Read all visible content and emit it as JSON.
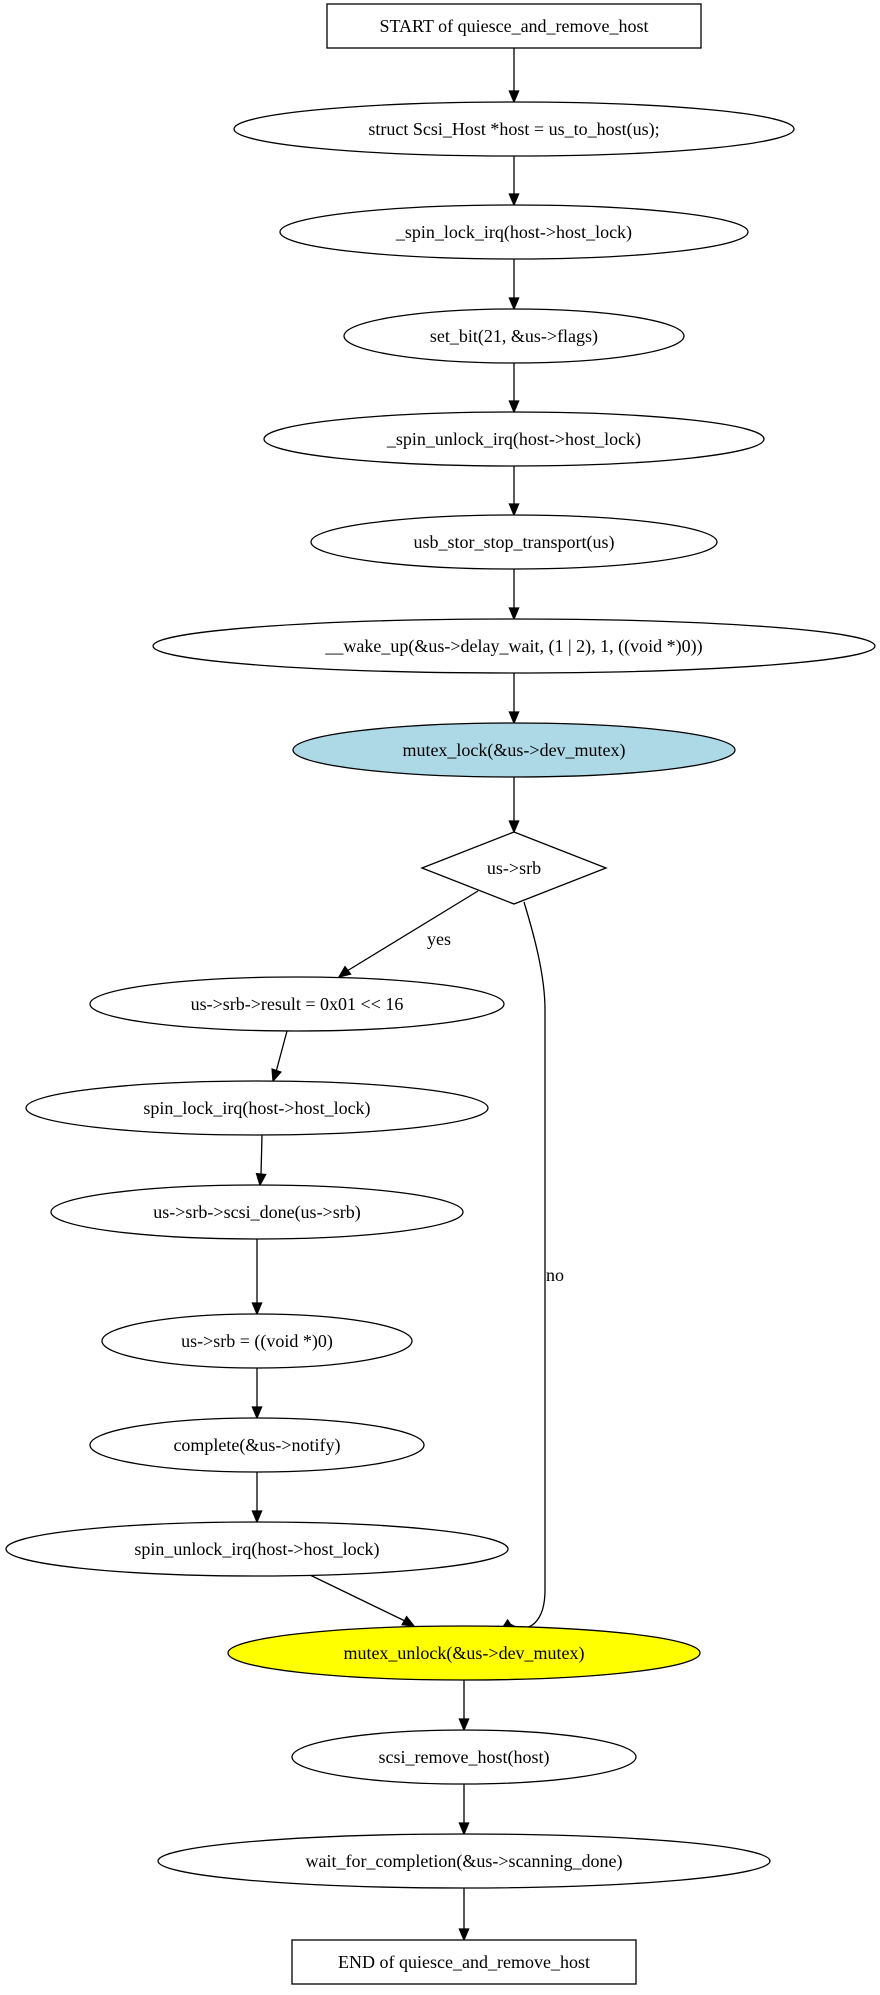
{
  "diagram": {
    "nodes": [
      {
        "id": "start",
        "shape": "box",
        "label": "START of quiesce_and_remove_host",
        "fill": "#ffffff"
      },
      {
        "id": "n1",
        "shape": "ellipse",
        "label": "struct Scsi_Host *host = us_to_host(us);",
        "fill": "#ffffff"
      },
      {
        "id": "n2",
        "shape": "ellipse",
        "label": "_spin_lock_irq(host->host_lock)",
        "fill": "#ffffff"
      },
      {
        "id": "n3",
        "shape": "ellipse",
        "label": "set_bit(21, &us->flags)",
        "fill": "#ffffff"
      },
      {
        "id": "n4",
        "shape": "ellipse",
        "label": "_spin_unlock_irq(host->host_lock)",
        "fill": "#ffffff"
      },
      {
        "id": "n5",
        "shape": "ellipse",
        "label": "usb_stor_stop_transport(us)",
        "fill": "#ffffff"
      },
      {
        "id": "n6",
        "shape": "ellipse",
        "label": "__wake_up(&us->delay_wait, (1 | 2), 1, ((void *)0))",
        "fill": "#ffffff"
      },
      {
        "id": "n7",
        "shape": "ellipse",
        "label": "mutex_lock(&us->dev_mutex)",
        "fill": "#add8e6"
      },
      {
        "id": "d1",
        "shape": "diamond",
        "label": "us->srb",
        "fill": "#ffffff"
      },
      {
        "id": "n8",
        "shape": "ellipse",
        "label": "us->srb->result = 0x01 << 16",
        "fill": "#ffffff"
      },
      {
        "id": "n9",
        "shape": "ellipse",
        "label": "spin_lock_irq(host->host_lock)",
        "fill": "#ffffff"
      },
      {
        "id": "n10",
        "shape": "ellipse",
        "label": "us->srb->scsi_done(us->srb)",
        "fill": "#ffffff"
      },
      {
        "id": "n11",
        "shape": "ellipse",
        "label": "us->srb = ((void *)0)",
        "fill": "#ffffff"
      },
      {
        "id": "n12",
        "shape": "ellipse",
        "label": "complete(&us->notify)",
        "fill": "#ffffff"
      },
      {
        "id": "n13",
        "shape": "ellipse",
        "label": "spin_unlock_irq(host->host_lock)",
        "fill": "#ffffff"
      },
      {
        "id": "n14",
        "shape": "ellipse",
        "label": "mutex_unlock(&us->dev_mutex)",
        "fill": "#ffff00"
      },
      {
        "id": "n15",
        "shape": "ellipse",
        "label": "scsi_remove_host(host)",
        "fill": "#ffffff"
      },
      {
        "id": "n16",
        "shape": "ellipse",
        "label": "wait_for_completion(&us->scanning_done)",
        "fill": "#ffffff"
      },
      {
        "id": "end",
        "shape": "box",
        "label": "END of quiesce_and_remove_host",
        "fill": "#ffffff"
      }
    ],
    "edges": [
      {
        "id": "e1",
        "from": "start",
        "to": "n1",
        "label": ""
      },
      {
        "id": "e2",
        "from": "n1",
        "to": "n2",
        "label": ""
      },
      {
        "id": "e3",
        "from": "n2",
        "to": "n3",
        "label": ""
      },
      {
        "id": "e4",
        "from": "n3",
        "to": "n4",
        "label": ""
      },
      {
        "id": "e5",
        "from": "n4",
        "to": "n5",
        "label": ""
      },
      {
        "id": "e6",
        "from": "n5",
        "to": "n6",
        "label": ""
      },
      {
        "id": "e7",
        "from": "n6",
        "to": "n7",
        "label": ""
      },
      {
        "id": "e8",
        "from": "n7",
        "to": "d1",
        "label": ""
      },
      {
        "id": "e9",
        "from": "d1",
        "to": "n8",
        "label": "yes"
      },
      {
        "id": "e10",
        "from": "d1",
        "to": "n14",
        "label": "no"
      },
      {
        "id": "e11",
        "from": "n8",
        "to": "n9",
        "label": ""
      },
      {
        "id": "e12",
        "from": "n9",
        "to": "n10",
        "label": ""
      },
      {
        "id": "e13",
        "from": "n10",
        "to": "n11",
        "label": ""
      },
      {
        "id": "e14",
        "from": "n11",
        "to": "n12",
        "label": ""
      },
      {
        "id": "e15",
        "from": "n12",
        "to": "n13",
        "label": ""
      },
      {
        "id": "e16",
        "from": "n13",
        "to": "n14",
        "label": ""
      },
      {
        "id": "e17",
        "from": "n14",
        "to": "n15",
        "label": ""
      },
      {
        "id": "e18",
        "from": "n15",
        "to": "n16",
        "label": ""
      },
      {
        "id": "e19",
        "from": "n16",
        "to": "end",
        "label": ""
      }
    ]
  }
}
